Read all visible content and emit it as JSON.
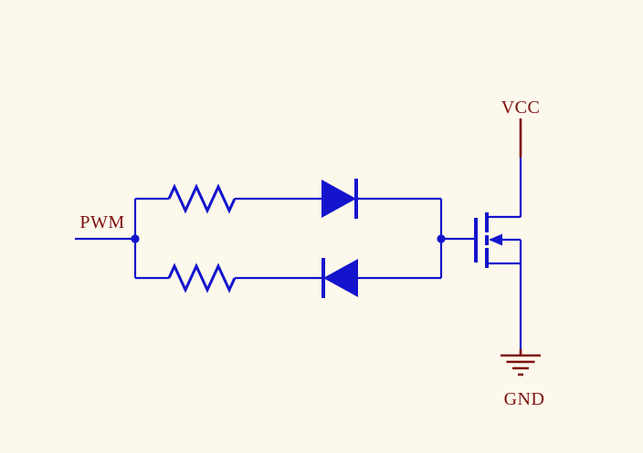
{
  "labels": {
    "pwm": "PWM",
    "vcc": "VCC",
    "gnd": "GND"
  },
  "colors": {
    "bg": "#FCF8EB",
    "wire": "#1414CD",
    "power": "#7E0E0E"
  },
  "components": {
    "resistor_top": "resistor",
    "resistor_bottom": "resistor",
    "diode_top": "diode-right",
    "diode_bottom": "diode-left",
    "transistor": "n-channel-mosfet"
  }
}
